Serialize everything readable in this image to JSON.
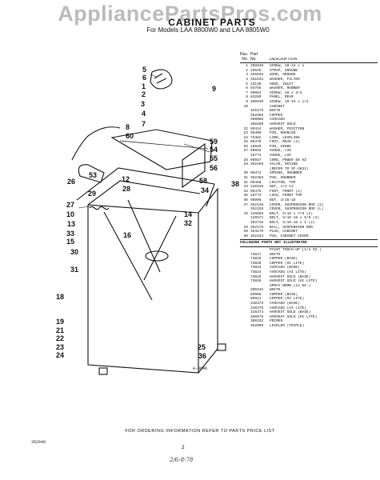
{
  "watermark": "AppliancePartsPros.com",
  "title": "CABINET PARTS",
  "subtitle": "For Models LAA 8800W0 and LAA 8805W0",
  "table": {
    "header_illus": "Illus.",
    "header_part": "Part",
    "header_no": "No.",
    "header_no2": "No.",
    "header_description": "DESCRIPTION",
    "rows": [
      {
        "illus": "1",
        "part": "356946",
        "desc": "SCREW, 10-24 x 1"
      },
      {
        "illus": "2",
        "part": "29645",
        "desc": "STRAP, GROUND"
      },
      {
        "illus": "3",
        "part": "356945",
        "desc": "WIRE, GROUND"
      },
      {
        "illus": "4",
        "part": "351631",
        "desc": "WASHER, FILTER"
      },
      {
        "illus": "5",
        "part": "23139",
        "desc": "HOSE, INLET"
      },
      {
        "illus": "6",
        "part": "94755",
        "desc": "WASHER, RUBBER"
      },
      {
        "illus": "7",
        "part": "90864",
        "desc": "SCREW, 10 x 3/4"
      },
      {
        "illus": "8",
        "part": "83289",
        "desc": "PANEL, REAR"
      },
      {
        "illus": "9",
        "part": "350940",
        "desc": "SCREW, 10-16 x 1/2"
      },
      {
        "illus": "10",
        "part": "",
        "desc": "CABINET"
      },
      {
        "illus": "",
        "part": "325175",
        "desc": "WHITE"
      },
      {
        "illus": "",
        "part": "362965",
        "desc": "COPPER"
      },
      {
        "illus": "",
        "part": "360086",
        "desc": "AVOCADO"
      },
      {
        "illus": "",
        "part": "368480",
        "desc": "HARVEST GOLD"
      },
      {
        "illus": "22",
        "part": "99414",
        "desc": "WASHER, FRICTION"
      },
      {
        "illus": "23",
        "part": "98409",
        "desc": "PIN, KNURLED"
      },
      {
        "illus": "24",
        "part": "73482",
        "desc": "LINK, LEVELING"
      },
      {
        "illus": "25",
        "part": "96470",
        "desc": "FOOT, REAR (2)"
      },
      {
        "illus": "26",
        "part": "16949",
        "desc": "PIN, HINGE"
      },
      {
        "illus": "27",
        "part": "96552",
        "desc": "HINGE, LID"
      },
      {
        "illus": "",
        "part": "18771",
        "desc": "HINGE, LID"
      },
      {
        "illus": "28",
        "part": "96557",
        "desc": "CORD, POWER 60 HZ"
      },
      {
        "illus": "29",
        "part": "362469",
        "desc": "VALVE, MIXING"
      },
      {
        "illus": "",
        "part": "",
        "desc": "(REFER TO SF-4831)"
      },
      {
        "illus": "30",
        "part": "96474",
        "desc": "SPRING, SNUBBER"
      },
      {
        "illus": "31",
        "part": "362483",
        "desc": "PAD, SNUBBER"
      },
      {
        "illus": "32",
        "part": "96468",
        "desc": "LOCATOR, TOP"
      },
      {
        "illus": "33",
        "part": "120156",
        "desc": "NUT, 1/2-13"
      },
      {
        "illus": "34",
        "part": "96476",
        "desc": "FOOT, FRONT (2)"
      },
      {
        "illus": "35",
        "part": "18774",
        "desc": "LOCK, FRONT TOP"
      },
      {
        "illus": "36",
        "part": "96996",
        "desc": "NUT, 3/16-18"
      },
      {
        "illus": "37",
        "part": "352148",
        "desc": "COVER, SUSPENSION ROD (2)"
      },
      {
        "illus": "",
        "part": "352320",
        "desc": "COVER, SUSPENSION ROD (L)"
      },
      {
        "illus": "16",
        "part": "126658",
        "desc": "BOLT, 5/16 x 7/8 (2)"
      },
      {
        "illus": "",
        "part": "126571",
        "desc": "BOLT, 5/16-18 x 5/8 (2)"
      },
      {
        "illus": "",
        "part": "353716",
        "desc": "BOLT, 5/16-18 x 1 (2)"
      },
      {
        "illus": "19",
        "part": "352179",
        "desc": "BALL, SUSPENSION ROD"
      },
      {
        "illus": "20",
        "part": "354170",
        "desc": "PLUG, CABINET"
      },
      {
        "illus": "50",
        "part": "352434",
        "desc": "PAD, CABINET COVER"
      }
    ],
    "not_illustrated_header": "FOLLOWING PARTS NOT ILLUSTRATED",
    "not_illustrated": [
      {
        "part": "",
        "desc": "PAINT TOUCH-UP (1/2 OZ.)"
      },
      {
        "part": "73817",
        "desc": "WHITE"
      },
      {
        "part": "73819",
        "desc": "COPPER (BASE)"
      },
      {
        "part": "73820",
        "desc": "COPPER (HI LITE)"
      },
      {
        "part": "73823",
        "desc": "AVOCADO (BASE)"
      },
      {
        "part": "73824",
        "desc": "AVOCADO (HI LITE)"
      },
      {
        "part": "73825",
        "desc": "HARVEST GOLD (BASE)"
      },
      {
        "part": "73826",
        "desc": "HARVEST GOLD (HI LITE)"
      },
      {
        "part": "",
        "desc": "SPRAY BOMB (12 OZ.)"
      },
      {
        "part": "299342",
        "desc": "WHITE"
      },
      {
        "part": "89905",
        "desc": "COPPER (BASE)"
      },
      {
        "part": "89911",
        "desc": "COPPER (HI LITE)"
      },
      {
        "part": "310373",
        "desc": "AVOCADO (BASE)"
      },
      {
        "part": "310376",
        "desc": "AVOCADO (HI LITE)"
      },
      {
        "part": "310374",
        "desc": "HARVEST GOLD (BASE)"
      },
      {
        "part": "360575",
        "desc": "HARVEST GOLD (HI LITE)"
      },
      {
        "part": "360332",
        "desc": "PRIMER"
      },
      {
        "part": "352999",
        "desc": "LEVELER (TRIPLE)"
      }
    ]
  },
  "callouts": [
    "5",
    "6",
    "1",
    "2",
    "3",
    "4",
    "7",
    "9",
    "8",
    "60",
    "59",
    "54",
    "55",
    "56",
    "38",
    "58",
    "34",
    "53",
    "26",
    "12",
    "28",
    "29",
    "27",
    "10",
    "13",
    "14",
    "32",
    "33",
    "15",
    "16",
    "30",
    "31",
    "18",
    "19",
    "21",
    "22",
    "23",
    "24",
    "25",
    "36",
    "37"
  ],
  "figure_id": "A-8646",
  "footer_note": "FOR ORDERING INFORMATION REFER TO PARTS PRICE LIST",
  "ref_number": "352646",
  "page_number": "2",
  "handwritten_note": "2/6-8-78",
  "colors": {
    "ink": "#111111",
    "watermark": "#bbbbbb"
  }
}
